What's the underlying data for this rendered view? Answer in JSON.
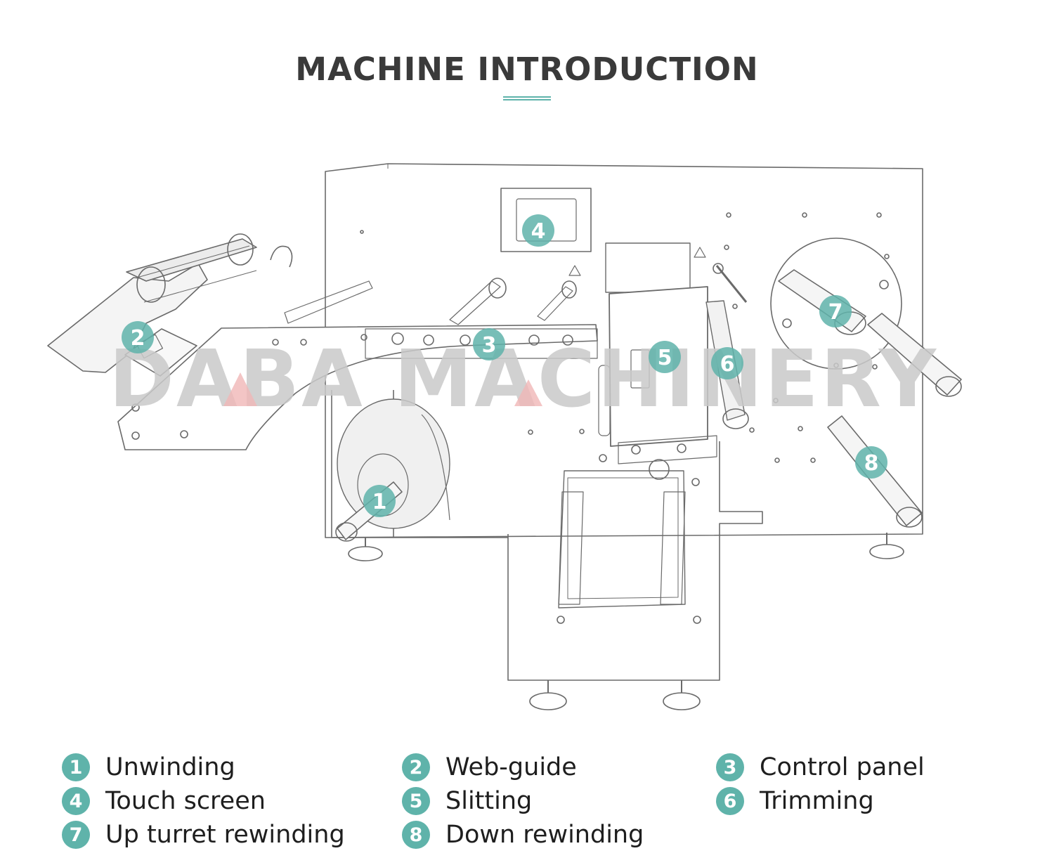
{
  "title": "MACHINE INTRODUCTION",
  "watermark": "DABA MACHINERY",
  "colors": {
    "accent": "#5fb3aa",
    "title": "#3a3a3a",
    "line": "#6a6a6a",
    "watermark": "#c9c9c9"
  },
  "markers": [
    {
      "num": "1",
      "name": "marker-unwinding"
    },
    {
      "num": "2",
      "name": "marker-web-guide"
    },
    {
      "num": "3",
      "name": "marker-control-panel"
    },
    {
      "num": "4",
      "name": "marker-touch-screen"
    },
    {
      "num": "5",
      "name": "marker-slitting"
    },
    {
      "num": "6",
      "name": "marker-trimming"
    },
    {
      "num": "7",
      "name": "marker-up-turret-rewinding"
    },
    {
      "num": "8",
      "name": "marker-down-rewinding"
    }
  ],
  "legend": [
    {
      "num": "1",
      "label": "Unwinding"
    },
    {
      "num": "2",
      "label": "Web-guide"
    },
    {
      "num": "3",
      "label": "Control panel"
    },
    {
      "num": "4",
      "label": "Touch screen"
    },
    {
      "num": "5",
      "label": "Slitting"
    },
    {
      "num": "6",
      "label": "Trimming"
    },
    {
      "num": "7",
      "label": "Up turret rewinding"
    },
    {
      "num": "8",
      "label": "Down rewinding"
    }
  ]
}
